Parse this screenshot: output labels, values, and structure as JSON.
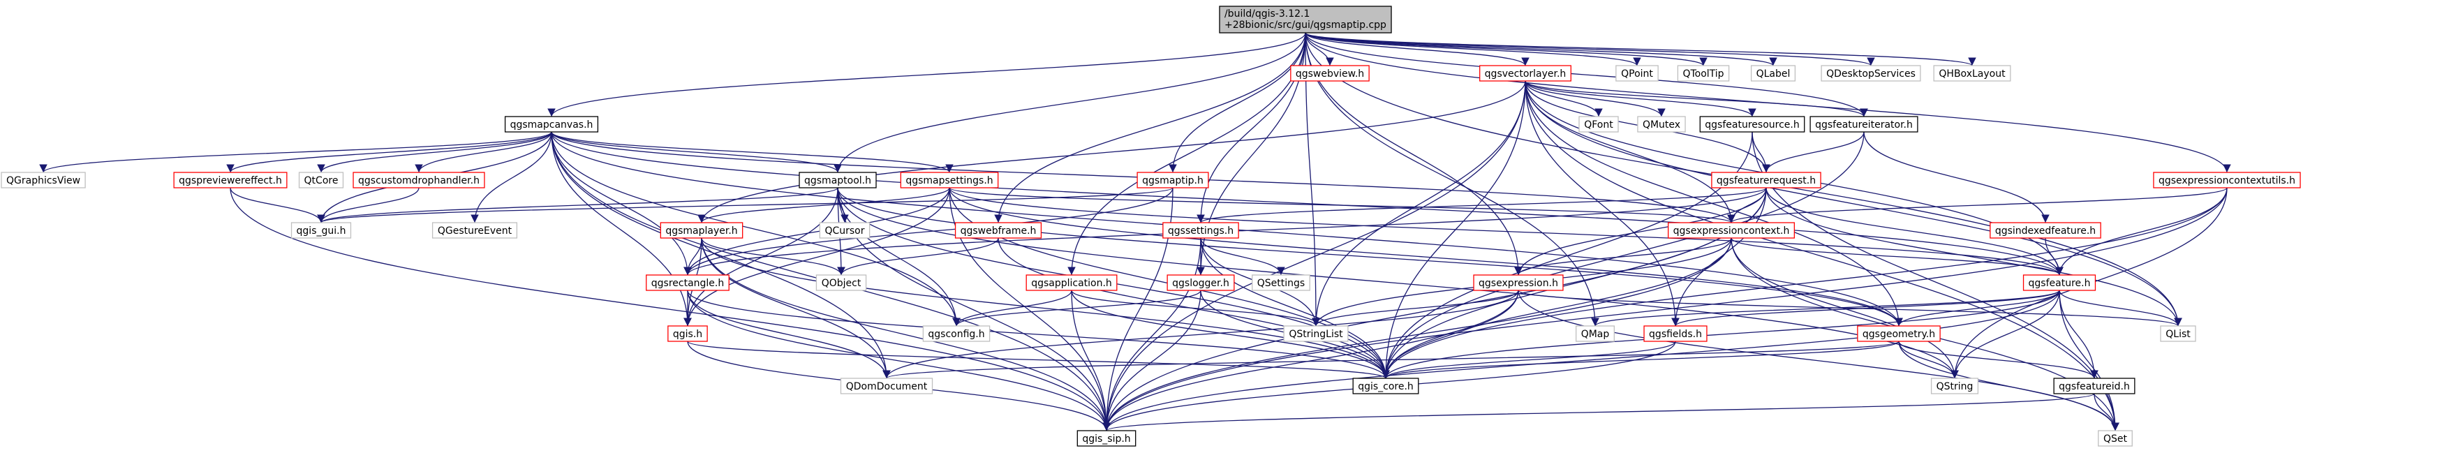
{
  "title_lines": [
    "/build/qgis-3.12.1",
    "+28bionic/src/gui/qgsmaptip.cpp"
  ],
  "colors": {
    "root_fill": "#bfbfbf",
    "documented_border": "#000000",
    "undocumented_border": "#ff0000",
    "external_border": "#bfbfbf",
    "edge": "#191970",
    "text": "#000000"
  },
  "nodes": [
    {
      "id": "root",
      "label": "/build/qgis-3.12.1\n+28bionic/src/gui/qgsmaptip.cpp",
      "kind": "root"
    },
    {
      "id": "qgswebview",
      "label": "qgswebview.h",
      "kind": "undocumented"
    },
    {
      "id": "qgsvectorlayer",
      "label": "qgsvectorlayer.h",
      "kind": "undocumented"
    },
    {
      "id": "qpoint",
      "label": "QPoint",
      "kind": "external"
    },
    {
      "id": "qtooltip",
      "label": "QToolTip",
      "kind": "external"
    },
    {
      "id": "qlabel",
      "label": "QLabel",
      "kind": "external"
    },
    {
      "id": "qdesktopservices",
      "label": "QDesktopServices",
      "kind": "external"
    },
    {
      "id": "qhboxlayout",
      "label": "QHBoxLayout",
      "kind": "external"
    },
    {
      "id": "qgsmapcanvas",
      "label": "qgsmapcanvas.h",
      "kind": "documented"
    },
    {
      "id": "qfont",
      "label": "QFont",
      "kind": "external"
    },
    {
      "id": "qmutex",
      "label": "QMutex",
      "kind": "external"
    },
    {
      "id": "qgsfeaturesource",
      "label": "qgsfeaturesource.h",
      "kind": "documented"
    },
    {
      "id": "qgsfeatureiterator",
      "label": "qgsfeatureiterator.h",
      "kind": "documented"
    },
    {
      "id": "qgraphicsview",
      "label": "QGraphicsView",
      "kind": "external"
    },
    {
      "id": "qgspreviewereffect",
      "label": "qgspreviewereffect.h",
      "kind": "undocumented"
    },
    {
      "id": "qtcore",
      "label": "QtCore",
      "kind": "external"
    },
    {
      "id": "qgscustomdrophandler",
      "label": "qgscustomdrophandler.h",
      "kind": "undocumented"
    },
    {
      "id": "qgsmaptool",
      "label": "qgsmaptool.h",
      "kind": "documented"
    },
    {
      "id": "qgsmapsettings",
      "label": "qgsmapsettings.h",
      "kind": "undocumented"
    },
    {
      "id": "qgsmaptip",
      "label": "qgsmaptip.h",
      "kind": "undocumented"
    },
    {
      "id": "qgsfeaturerequest",
      "label": "qgsfeaturerequest.h",
      "kind": "undocumented"
    },
    {
      "id": "qgsexpressioncontextutils",
      "label": "qgsexpressioncontextutils.h",
      "kind": "undocumented"
    },
    {
      "id": "qgs_gui",
      "label": "qgis_gui.h",
      "kind": "external"
    },
    {
      "id": "qgesture",
      "label": "QGestureEvent",
      "kind": "external"
    },
    {
      "id": "qcursor",
      "label": "QCursor",
      "kind": "external"
    },
    {
      "id": "qgsexpressioncontext",
      "label": "qgsexpressioncontext.h",
      "kind": "undocumented"
    },
    {
      "id": "qgsmaplayer",
      "label": "qgsmaplayer.h",
      "kind": "undocumented"
    },
    {
      "id": "qgswebframe",
      "label": "qgswebframe.h",
      "kind": "undocumented"
    },
    {
      "id": "qgssettings",
      "label": "qgssettings.h",
      "kind": "undocumented"
    },
    {
      "id": "qgsindexedfeature",
      "label": "qgsindexedfeature.h",
      "kind": "undocumented"
    },
    {
      "id": "qobject",
      "label": "QObject",
      "kind": "external"
    },
    {
      "id": "qsettings",
      "label": "QSettings",
      "kind": "external"
    },
    {
      "id": "qgsrectangle",
      "label": "qgsrectangle.h",
      "kind": "undocumented"
    },
    {
      "id": "qgsapplication",
      "label": "qgsapplication.h",
      "kind": "undocumented"
    },
    {
      "id": "qgslogger",
      "label": "qgslogger.h",
      "kind": "undocumented"
    },
    {
      "id": "qgsexpression",
      "label": "qgsexpression.h",
      "kind": "undocumented"
    },
    {
      "id": "qgsfeature",
      "label": "qgsfeature.h",
      "kind": "undocumented"
    },
    {
      "id": "qgis_h",
      "label": "qgis.h",
      "kind": "undocumented"
    },
    {
      "id": "qgsconfig",
      "label": "qgsconfig.h",
      "kind": "external"
    },
    {
      "id": "qstringlist",
      "label": "QStringList",
      "kind": "external"
    },
    {
      "id": "qmap",
      "label": "QMap",
      "kind": "external"
    },
    {
      "id": "qgsfields",
      "label": "qgsfields.h",
      "kind": "undocumented"
    },
    {
      "id": "qgsgeometry",
      "label": "qgsgeometry.h",
      "kind": "undocumented"
    },
    {
      "id": "qlist",
      "label": "QList",
      "kind": "external"
    },
    {
      "id": "qdomdocument",
      "label": "QDomDocument",
      "kind": "external"
    },
    {
      "id": "qgis_core",
      "label": "qgis_core.h",
      "kind": "documented"
    },
    {
      "id": "qstring",
      "label": "QString",
      "kind": "external"
    },
    {
      "id": "qgsfeatureid",
      "label": "qgsfeatureid.h",
      "kind": "documented"
    },
    {
      "id": "qgis_sip",
      "label": "qgis_sip.h",
      "kind": "documented"
    },
    {
      "id": "qset",
      "label": "QSet",
      "kind": "external"
    }
  ],
  "edges": [
    [
      "root",
      "qgswebview"
    ],
    [
      "root",
      "qgsvectorlayer"
    ],
    [
      "root",
      "qpoint"
    ],
    [
      "root",
      "qtooltip"
    ],
    [
      "root",
      "qlabel"
    ],
    [
      "root",
      "qdesktopservices"
    ],
    [
      "root",
      "qhboxlayout"
    ],
    [
      "root",
      "qgsmapcanvas"
    ],
    [
      "root",
      "qgsmaptool"
    ],
    [
      "root",
      "qgsmaptip"
    ],
    [
      "root",
      "qgswebframe"
    ],
    [
      "root",
      "qgssettings"
    ],
    [
      "root",
      "qgsexpressioncontextutils"
    ],
    [
      "root",
      "qgsexpression"
    ],
    [
      "root",
      "qgsfeatureiterator"
    ],
    [
      "root",
      "qgsapplication"
    ],
    [
      "root",
      "qstringlist"
    ],
    [
      "root",
      "qgslogger"
    ],
    [
      "root",
      "qlist"
    ],
    [
      "root",
      "qmap"
    ],
    [
      "qgsvectorlayer",
      "qfont"
    ],
    [
      "qgsvectorlayer",
      "qmutex"
    ],
    [
      "qgsvectorlayer",
      "qgsfeaturesource"
    ],
    [
      "qgsvectorlayer",
      "qgsfeatureiterator"
    ],
    [
      "qgsvectorlayer",
      "qgsfeaturerequest"
    ],
    [
      "qgsvectorlayer",
      "qgsmaplayer"
    ],
    [
      "qgsvectorlayer",
      "qgsexpressioncontext"
    ],
    [
      "qgsvectorlayer",
      "qgsfeature"
    ],
    [
      "qgsvectorlayer",
      "qgsfields"
    ],
    [
      "qgsvectorlayer",
      "qgis_core"
    ],
    [
      "qgsvectorlayer",
      "qgis_sip"
    ],
    [
      "qgsvectorlayer",
      "qstringlist"
    ],
    [
      "qgsvectorlayer",
      "qgsgeometry"
    ],
    [
      "qgsvectorlayer",
      "qset"
    ],
    [
      "qgsvectorlayer",
      "qlist"
    ],
    [
      "qgsmapcanvas",
      "qgraphicsview"
    ],
    [
      "qgsmapcanvas",
      "qgspreviewereffect"
    ],
    [
      "qgsmapcanvas",
      "qtcore"
    ],
    [
      "qgsmapcanvas",
      "qgscustomdrophandler"
    ],
    [
      "qgsmapcanvas",
      "qgsmaptool"
    ],
    [
      "qgsmapcanvas",
      "qgsmapsettings"
    ],
    [
      "qgsmapcanvas",
      "qgs_gui"
    ],
    [
      "qgsmapcanvas",
      "qgesture"
    ],
    [
      "qgsmapcanvas",
      "qgsrectangle"
    ],
    [
      "qgsmapcanvas",
      "qgsexpressioncontext"
    ],
    [
      "qgsmapcanvas",
      "qgsconfig"
    ],
    [
      "qgsmapcanvas",
      "qgis_h"
    ],
    [
      "qgsmapcanvas",
      "qdomdocument"
    ],
    [
      "qgsmapcanvas",
      "qgis_sip"
    ],
    [
      "qgsmapcanvas",
      "qgsfeature"
    ],
    [
      "qgsmapcanvas",
      "qgsgeometry"
    ],
    [
      "qgspreviewereffect",
      "qgs_gui"
    ],
    [
      "qgspreviewereffect",
      "qgis_sip"
    ],
    [
      "qgscustomdrophandler",
      "qgs_gui"
    ],
    [
      "qgsmaptool",
      "qcursor"
    ],
    [
      "qgsmaptool",
      "qgs_gui"
    ],
    [
      "qgsmaptool",
      "qobject"
    ],
    [
      "qgsmaptool",
      "qgis_h"
    ],
    [
      "qgsmaptool",
      "qgsconfig"
    ],
    [
      "qgsmaptool",
      "qgis_sip"
    ],
    [
      "qgsmaptool",
      "qgsgeometry"
    ],
    [
      "qgsmaptool",
      "qstring"
    ],
    [
      "qgsmaptool",
      "qgis_core"
    ],
    [
      "qgsmapsettings",
      "qgsmaplayer"
    ],
    [
      "qgsmapsettings",
      "qgsrectangle"
    ],
    [
      "qgsmapsettings",
      "qgsexpressioncontext"
    ],
    [
      "qgsmapsettings",
      "qgis_core"
    ],
    [
      "qgsmapsettings",
      "qgis_sip"
    ],
    [
      "qgsmapsettings",
      "qgis_h"
    ],
    [
      "qgsmapsettings",
      "qgsfeature"
    ],
    [
      "qgsmapsettings",
      "qgsgeometry"
    ],
    [
      "qgsmaptip",
      "qgs_gui"
    ],
    [
      "qgsmaptip",
      "qgsrectangle"
    ],
    [
      "qgsmaptip",
      "qgis_sip"
    ],
    [
      "qgsfeaturesource",
      "qgsfeaturerequest"
    ],
    [
      "qgsfeaturesource",
      "qgis_core"
    ],
    [
      "qgsfeaturesource",
      "qset"
    ],
    [
      "qgsfeatureiterator",
      "qgsfeaturerequest"
    ],
    [
      "qgsfeatureiterator",
      "qgsindexedfeature"
    ],
    [
      "qgsfeatureiterator",
      "qgis_core"
    ],
    [
      "qgsfeaturerequest",
      "qgsexpressioncontext"
    ],
    [
      "qgsfeaturerequest",
      "qgsexpression"
    ],
    [
      "qgsfeaturerequest",
      "qgsrectangle"
    ],
    [
      "qgsfeaturerequest",
      "qgsfeature"
    ],
    [
      "qgsfeaturerequest",
      "qgis_core"
    ],
    [
      "qgsfeaturerequest",
      "qgis_sip"
    ],
    [
      "qgsfeaturerequest",
      "qlist"
    ],
    [
      "qgsfeaturerequest",
      "qgssettings"
    ],
    [
      "qgsfeaturerequest",
      "qgsfields"
    ],
    [
      "qgsexpressioncontextutils",
      "qgsexpressioncontext"
    ],
    [
      "qgsexpressioncontextutils",
      "qgsfeature"
    ],
    [
      "qgsexpressioncontextutils",
      "qgis_sip"
    ],
    [
      "qgsexpressioncontextutils",
      "qgis_core"
    ],
    [
      "qgsexpressioncontextutils",
      "qstring"
    ],
    [
      "qgsexpressioncontext",
      "qgsexpression"
    ],
    [
      "qgsexpressioncontext",
      "qgsfeature"
    ],
    [
      "qgsexpressioncontext",
      "qstringlist"
    ],
    [
      "qgsexpressioncontext",
      "qset"
    ],
    [
      "qgsexpressioncontext",
      "qgis_core"
    ],
    [
      "qgsexpressioncontext",
      "qgis_sip"
    ],
    [
      "qgsexpressioncontext",
      "qstring"
    ],
    [
      "qgsmaplayer",
      "qobject"
    ],
    [
      "qgsmaplayer",
      "qgsrectangle"
    ],
    [
      "qgsmaplayer",
      "qgis_h"
    ],
    [
      "qgsmaplayer",
      "qdomdocument"
    ],
    [
      "qgsmaplayer",
      "qgis_core"
    ],
    [
      "qgsmaplayer",
      "qgis_sip"
    ],
    [
      "qgswebframe",
      "qobject"
    ],
    [
      "qgswebframe",
      "qgis_core"
    ],
    [
      "qgssettings",
      "qsettings"
    ],
    [
      "qgssettings",
      "qgis_sip"
    ],
    [
      "qgssettings",
      "qgslogger"
    ],
    [
      "qgssettings",
      "qgis_core"
    ],
    [
      "qgssettings",
      "qstringlist"
    ],
    [
      "qgsindexedfeature",
      "qgsfeature"
    ],
    [
      "qgsrectangle",
      "qgis_h"
    ],
    [
      "qgsrectangle",
      "qgis_core"
    ],
    [
      "qgsrectangle",
      "qdomdocument"
    ],
    [
      "qgsrectangle",
      "qgis_sip"
    ],
    [
      "qgsapplication",
      "qgsconfig"
    ],
    [
      "qgsapplication",
      "qstringlist"
    ],
    [
      "qgsapplication",
      "qgis_core"
    ],
    [
      "qgsapplication",
      "qgis_sip"
    ],
    [
      "qgslogger",
      "qgis_core"
    ],
    [
      "qgslogger",
      "qgis_sip"
    ],
    [
      "qgslogger",
      "qgsconfig"
    ],
    [
      "qgsexpression",
      "qstringlist"
    ],
    [
      "qgsexpression",
      "qgis_core"
    ],
    [
      "qgsexpression",
      "qgis_sip"
    ],
    [
      "qgsexpression",
      "qlist"
    ],
    [
      "qgsexpression",
      "qdomdocument"
    ],
    [
      "qgsexpression",
      "qset"
    ],
    [
      "qgsfeature",
      "qmap"
    ],
    [
      "qgsfeature",
      "qgsfields"
    ],
    [
      "qgsfeature",
      "qgsgeometry"
    ],
    [
      "qgsfeature",
      "qgis_core"
    ],
    [
      "qgsfeature",
      "qstring"
    ],
    [
      "qgsfeature",
      "qlist"
    ],
    [
      "qgsfeature",
      "qgsfeatureid"
    ],
    [
      "qgsfeature",
      "qset"
    ],
    [
      "qgsfeature",
      "qgis_sip"
    ],
    [
      "qgis_h",
      "qgis_core"
    ],
    [
      "qgis_h",
      "qgis_sip"
    ],
    [
      "qgsfields",
      "qgis_core"
    ],
    [
      "qgsfields",
      "qgis_sip"
    ],
    [
      "qgsgeometry",
      "qgis_core"
    ],
    [
      "qgsgeometry",
      "qdomdocument"
    ],
    [
      "qgsgeometry",
      "qstring"
    ],
    [
      "qgsgeometry",
      "qgsfeatureid"
    ],
    [
      "qgsgeometry",
      "qset"
    ],
    [
      "qgsfeatureid",
      "qgis_sip"
    ],
    [
      "qgsfeatureid",
      "qset"
    ]
  ]
}
